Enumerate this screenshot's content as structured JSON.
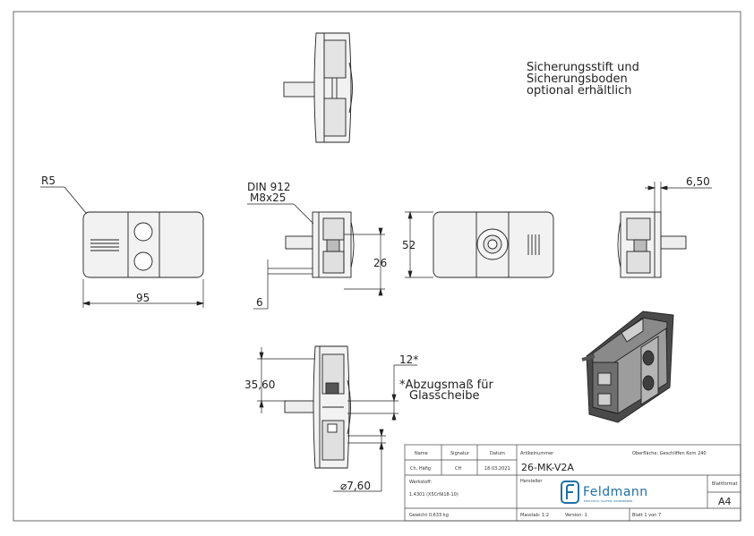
{
  "notes": {
    "sicherung": [
      "Sicherungsstift und",
      "Sicherungsboden",
      "optional erhältlich"
    ],
    "abzug": [
      "*Abzugsmaß für",
      "Glasscheibe"
    ]
  },
  "dims": {
    "r5": "R5",
    "din_line1": "DIN 912",
    "din_line2": "M8x25",
    "d95": "95",
    "d6": "6",
    "d26": "26",
    "d52": "52",
    "d650": "6,50",
    "d12": "12*",
    "d3560": "35,60",
    "d760": "7,60"
  },
  "title_block": {
    "name_label": "Name",
    "signatur_label": "Signatur",
    "datum_label": "Datum",
    "name_value": "Ch. Häfig",
    "signatur_value": "CH",
    "datum_value": "18.03.2021",
    "artikelnummer_label": "Artikelnummer",
    "oberflaeche": "Oberfläche: Geschliffen Korn 240",
    "artikelnummer_value": "26-MK-V2A",
    "werkstoff_label": "Werkstoff:",
    "werkstoff_value": "1.4301 (X5CrNi18-10)",
    "hersteller_label": "Hersteller",
    "logo_text": "Feldmann",
    "logo_sub": "EDELSTAHL. KAUFEN. KOMBINIEREN.",
    "blattformat_label": "Blattformat",
    "blattformat_value": "A4",
    "gewicht": "Gewicht 0,633 kg",
    "massstab": "Masstab: 1:2",
    "version": "Version: 1",
    "blatt": "Blatt 1 von 7"
  },
  "colors": {
    "line": "#222222",
    "part_fill": "#f2f2f2",
    "dark_fill": "#3a3a3a",
    "logo": "#1f6fa3"
  }
}
